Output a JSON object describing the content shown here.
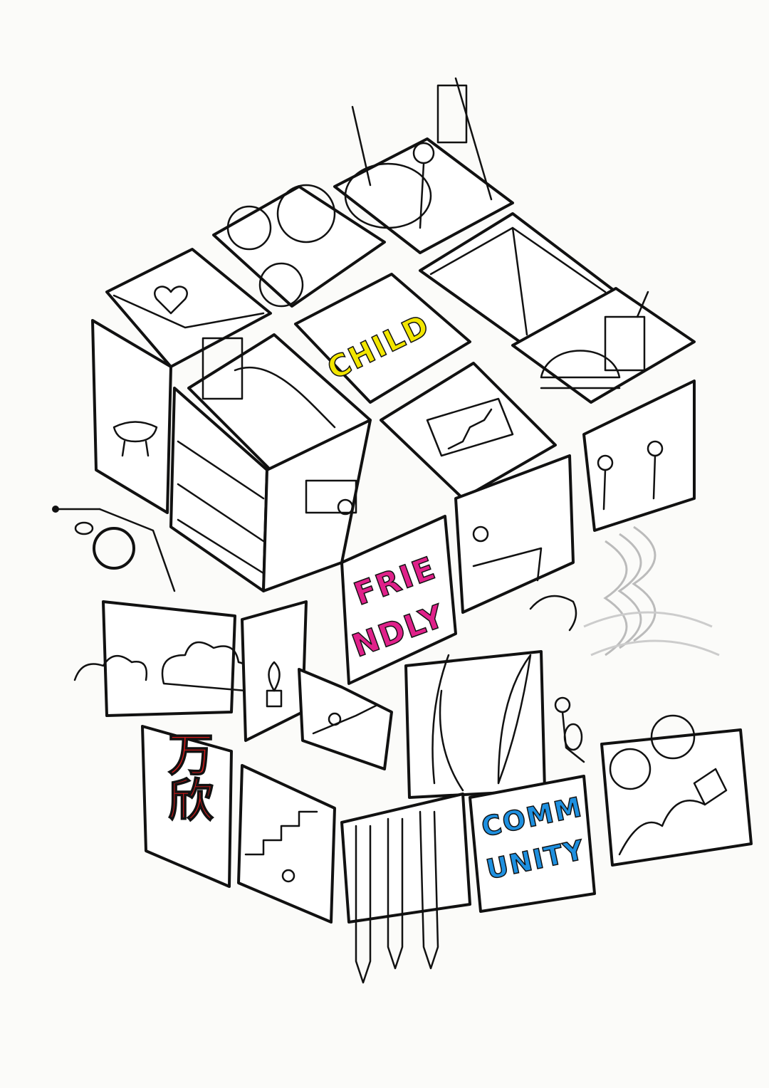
{
  "illustration": {
    "labels": {
      "child": "CHILD",
      "friendly_line1": "FRIE",
      "friendly_line2": "NDLY",
      "community_line1": "COMM",
      "community_line2": "UNITY",
      "chinese": "万欣"
    },
    "colors": {
      "ink": "#111111",
      "paper": "#fbfbf9",
      "child_text": "#f2e600",
      "friendly_text": "#e0218a",
      "community_text": "#1e90e0",
      "chinese_text": "#d81b1b"
    }
  }
}
